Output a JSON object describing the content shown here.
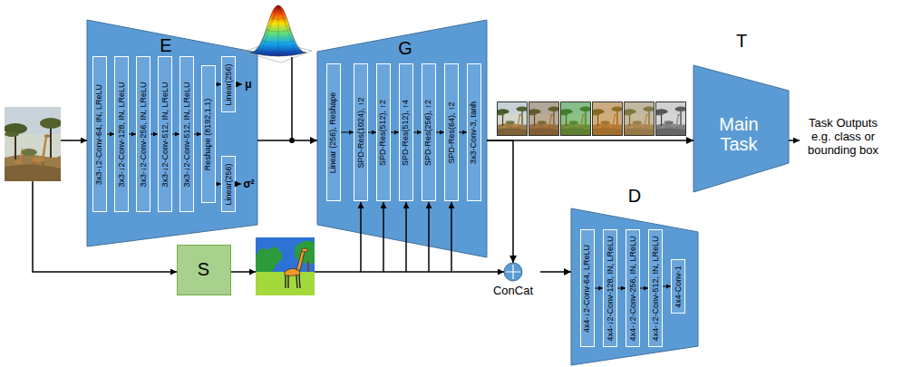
{
  "diagram": {
    "nodes": [
      {
        "text": [
          "E"
        ]
      },
      {
        "text": [
          "3x3-↓2-Conv-64, IN, LReLU"
        ],
        "in": 0
      },
      {
        "text": [
          "3x3-↓2-Conv-128, IN, LReLU"
        ],
        "in": 0
      },
      {
        "text": [
          "3x3-↓2-Conv-256, IN, LReLU"
        ],
        "in": 0
      },
      {
        "text": [
          "3x3-↓2-Conv-512, IN, LReLU"
        ],
        "in": 0
      },
      {
        "text": [
          "3x3-↓2-Conv-512, IN, LReLU"
        ],
        "in": 0
      },
      {
        "text": [
          "Reshape (8192,1,1)"
        ],
        "in": 0
      },
      {
        "text": [
          "Linear(256)"
        ],
        "in": 0
      },
      {
        "text": [
          "Linear(256)"
        ],
        "in": 0
      },
      {
        "text": [
          "G"
        ]
      },
      {
        "text": [
          "Linear (256), Reshape"
        ],
        "in": 9
      },
      {
        "text": [
          "SPD-Res(1024), ↑2"
        ],
        "in": 9
      },
      {
        "text": [
          "SPD-Res(512), ↑2"
        ],
        "in": 9
      },
      {
        "text": [
          "SPD-Res(512), ↑4"
        ],
        "in": 9
      },
      {
        "text": [
          "SPD-Res(256), ↑2"
        ],
        "in": 9
      },
      {
        "text": [
          "SPD-Res(64), ↑2"
        ],
        "in": 9
      },
      {
        "text": [
          "3x3-Conv-3, tanh"
        ],
        "in": 9
      },
      {
        "text": [
          "T",
          "Main Task"
        ]
      },
      {
        "text": [
          "S"
        ]
      },
      {
        "text": [
          "ConCat"
        ]
      },
      {
        "text": [
          "D"
        ]
      },
      {
        "text": [
          "4x4-↓2-Conv-64, LReLU"
        ],
        "in": 20
      },
      {
        "text": [
          "4x4-↓2-Conv-128, IN, LReLU"
        ],
        "in": 20
      },
      {
        "text": [
          "4x4-↓2-Conv-256, IN, LReLU"
        ],
        "in": 20
      },
      {
        "text": [
          "4x4-↓2-Conv-512, IN, LReLU"
        ],
        "in": 20
      },
      {
        "text": [
          "4x4-Conv-1"
        ],
        "in": 20
      }
    ],
    "edges": [
      {
        "from": 1,
        "to": 2,
        "arrow": "to"
      },
      {
        "from": 2,
        "to": 3,
        "arrow": "to"
      },
      {
        "from": 3,
        "to": 4,
        "arrow": "to"
      },
      {
        "from": 4,
        "to": 5,
        "arrow": "to"
      },
      {
        "from": 5,
        "to": 6,
        "arrow": "to"
      },
      {
        "from": 6,
        "to": 7,
        "arrow": "to"
      },
      {
        "from": 6,
        "to": 8,
        "arrow": "to"
      },
      {
        "from": 0,
        "to": 9,
        "arrow": "to"
      },
      {
        "from": 10,
        "to": 11,
        "arrow": "to"
      },
      {
        "from": 11,
        "to": 12,
        "arrow": "to"
      },
      {
        "from": 12,
        "to": 13,
        "arrow": "to"
      },
      {
        "from": 13,
        "to": 14,
        "arrow": "to"
      },
      {
        "from": 14,
        "to": 15,
        "arrow": "to"
      },
      {
        "from": 15,
        "to": 16,
        "arrow": "to"
      },
      {
        "from": 9,
        "to": 17,
        "arrow": "to"
      },
      {
        "from": 9,
        "to": 19,
        "arrow": "to"
      },
      {
        "from": 19,
        "to": 20,
        "arrow": "to"
      },
      {
        "from": 21,
        "to": 22,
        "arrow": "to"
      },
      {
        "from": 22,
        "to": 23,
        "arrow": "to"
      },
      {
        "from": 23,
        "to": 24,
        "arrow": "to"
      },
      {
        "from": 24,
        "to": 25,
        "arrow": "to"
      }
    ],
    "labels": [
      "μ",
      "σ²",
      "Task Outputs e.g. class or bounding box"
    ]
  }
}
